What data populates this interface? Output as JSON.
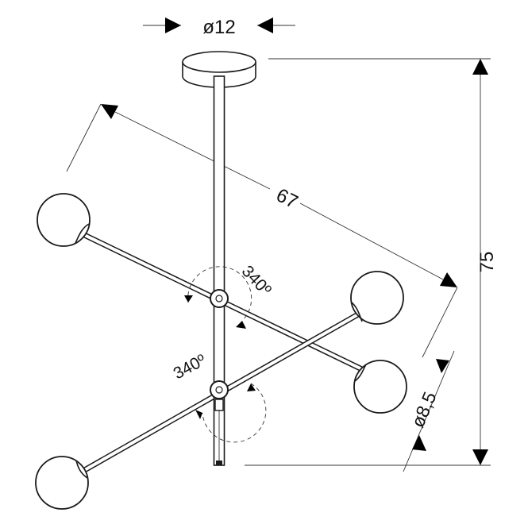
{
  "dimensions": {
    "canopy_diameter": "ø12",
    "span": "67",
    "height": "75",
    "globe_diameter": "ø8,5",
    "rotation_upper": "340º",
    "rotation_lower": "340º"
  },
  "colors": {
    "line": "#1a1a1a",
    "arrow": "#000000",
    "background": "#ffffff"
  }
}
